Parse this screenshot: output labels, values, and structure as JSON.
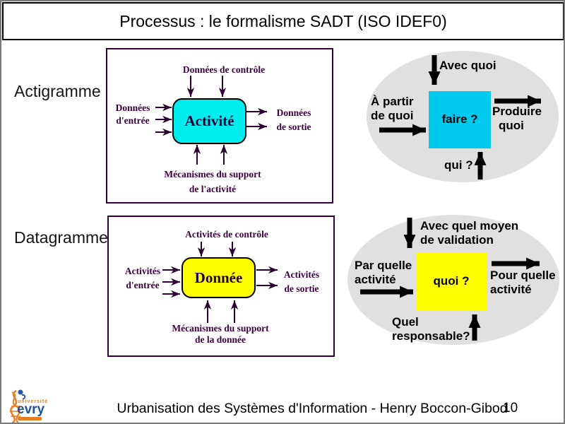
{
  "slide": {
    "title": "Processus : le formalisme SADT (ISO IDEF0)",
    "footer_text": "Urbanisation des Systèmes d'Information - Henry Boccon-Gibod",
    "page_number": "10"
  },
  "logo": {
    "top_text": "université",
    "name": "evry"
  },
  "actigramme": {
    "section_label": "Actigramme",
    "sadt": {
      "control": "Données de contrôle",
      "input_line1": "Données",
      "input_line2": "d'entrée",
      "box": "Activité",
      "output_line1": "Données",
      "output_line2": "de sortie",
      "mechanism_line1": "Mécanismes du support",
      "mechanism_line2": "de l'activité"
    },
    "questions": {
      "top": "Avec quoi",
      "left_line1": "À partir",
      "left_line2": "de quoi",
      "box": "faire ?",
      "right_line1": "Produire",
      "right_line2": "quoi",
      "bottom": "qui ?"
    }
  },
  "datagramme": {
    "section_label": "Datagramme",
    "sadt": {
      "control": "Activités de contrôle",
      "input_line1": "Activités",
      "input_line2": "d'entrée",
      "box": "Donnée",
      "output_line1": "Activités",
      "output_line2": "de sortie",
      "mechanism_line1": "Mécanismes du support",
      "mechanism_line2": "de la donnée"
    },
    "questions": {
      "top_line1": "Avec quel moyen",
      "top_line2": "de validation",
      "left_line1": "Par quelle",
      "left_line2": "activité",
      "box": "quoi ?",
      "right_line1": "Pour quelle",
      "right_line2": "activité",
      "bottom_line1": "Quel",
      "bottom_line2": "responsable?"
    }
  },
  "colors": {
    "activity_fill": "#00eded",
    "data_fill": "#ffff00",
    "faire_fill": "#00cbee",
    "quoi_fill": "#ffff00",
    "ellipse_fill": "#e0e0e0",
    "sadt_text": "#3b0040",
    "logo_orange": "#e87c1e",
    "logo_blue": "#20509b"
  }
}
